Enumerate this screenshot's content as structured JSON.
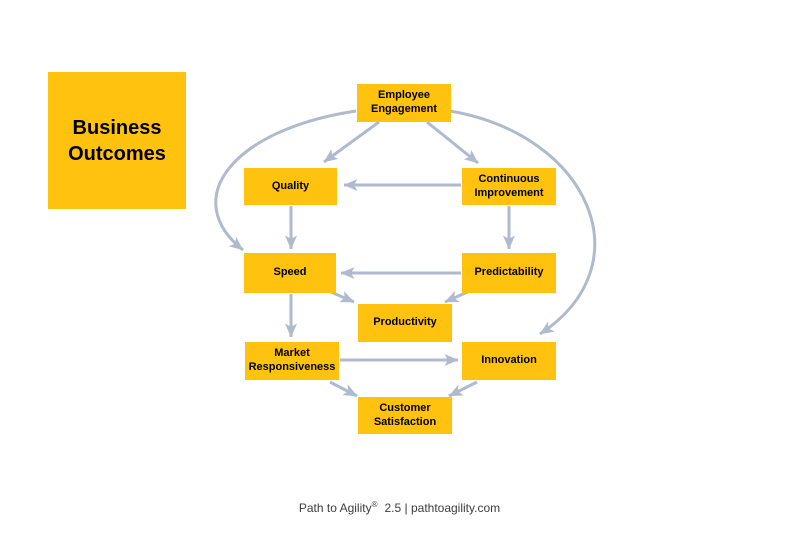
{
  "colors": {
    "node_fill": "#FFC20E",
    "arrow": "#AFBACE",
    "text": "#000000",
    "footer_text": "#3D3D3D",
    "page_bg": "#FFFFFF"
  },
  "legend": {
    "label": "Business Outcomes"
  },
  "nodes": [
    {
      "id": "employee-engagement",
      "label": "Employee Engagement"
    },
    {
      "id": "quality",
      "label": "Quality"
    },
    {
      "id": "continuous-improvement",
      "label": "Continuous Improvement"
    },
    {
      "id": "speed",
      "label": "Speed"
    },
    {
      "id": "predictability",
      "label": "Predictability"
    },
    {
      "id": "productivity",
      "label": "Productivity"
    },
    {
      "id": "market-responsiveness",
      "label": "Market Responsiveness"
    },
    {
      "id": "innovation",
      "label": "Innovation"
    },
    {
      "id": "customer-satisfaction",
      "label": "Customer Satisfaction"
    }
  ],
  "edges": [
    {
      "from": "employee-engagement",
      "to": "quality"
    },
    {
      "from": "employee-engagement",
      "to": "continuous-improvement"
    },
    {
      "from": "employee-engagement",
      "to": "speed"
    },
    {
      "from": "employee-engagement",
      "to": "innovation"
    },
    {
      "from": "continuous-improvement",
      "to": "quality"
    },
    {
      "from": "quality",
      "to": "speed"
    },
    {
      "from": "continuous-improvement",
      "to": "predictability"
    },
    {
      "from": "predictability",
      "to": "speed"
    },
    {
      "from": "speed",
      "to": "productivity"
    },
    {
      "from": "predictability",
      "to": "productivity"
    },
    {
      "from": "speed",
      "to": "market-responsiveness"
    },
    {
      "from": "market-responsiveness",
      "to": "innovation"
    },
    {
      "from": "market-responsiveness",
      "to": "customer-satisfaction"
    },
    {
      "from": "innovation",
      "to": "customer-satisfaction"
    }
  ],
  "footer": {
    "brand": "Path to Agility",
    "reg_mark": "®",
    "version": "2.5 | pathtoagility.com"
  }
}
